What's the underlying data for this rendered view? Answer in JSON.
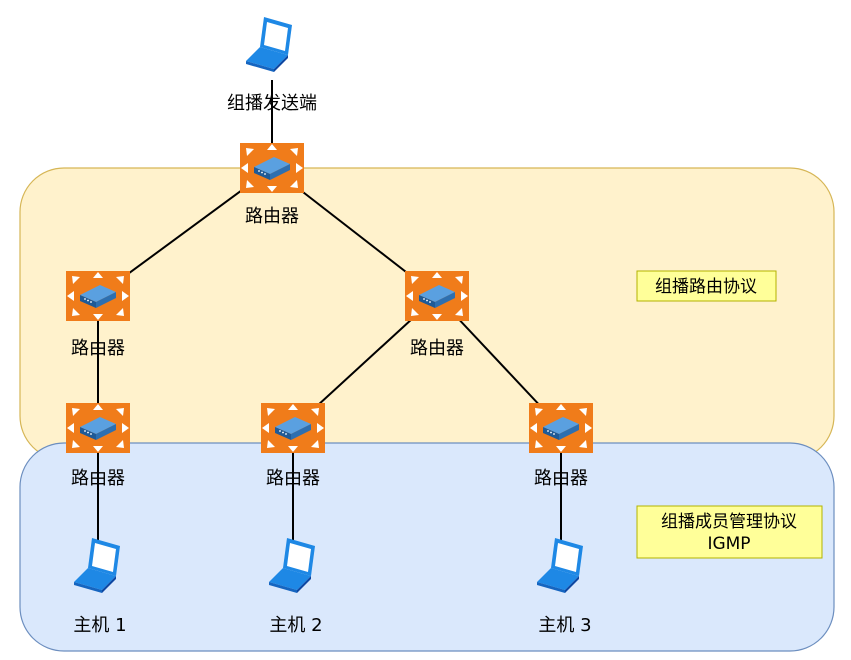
{
  "nodes": {
    "sender": {
      "label": "组播发送端"
    },
    "router_top": {
      "label": "路由器"
    },
    "router_mid_left": {
      "label": "路由器"
    },
    "router_mid_right": {
      "label": "路由器"
    },
    "router_bottom_1": {
      "label": "路由器"
    },
    "router_bottom_2": {
      "label": "路由器"
    },
    "router_bottom_3": {
      "label": "路由器"
    },
    "host_1": {
      "label": "主机 1"
    },
    "host_2": {
      "label": "主机 2"
    },
    "host_3": {
      "label": "主机 3"
    }
  },
  "regions": {
    "routing": {
      "label": "组播路由协议",
      "fill": "#fff2cc",
      "stroke": "#d6b656"
    },
    "igmp": {
      "label_line1": "组播成员管理协议",
      "label_line2": "IGMP",
      "fill": "#dae8fc",
      "stroke": "#6c8ebf"
    }
  },
  "colors": {
    "router": "#f07c1a",
    "router_device": "#2d6fb0",
    "pc": "#1e88e5",
    "tag_fill": "#ffff99",
    "line": "#000000"
  },
  "icons": {
    "router": "router-icon",
    "pc": "laptop-icon"
  }
}
